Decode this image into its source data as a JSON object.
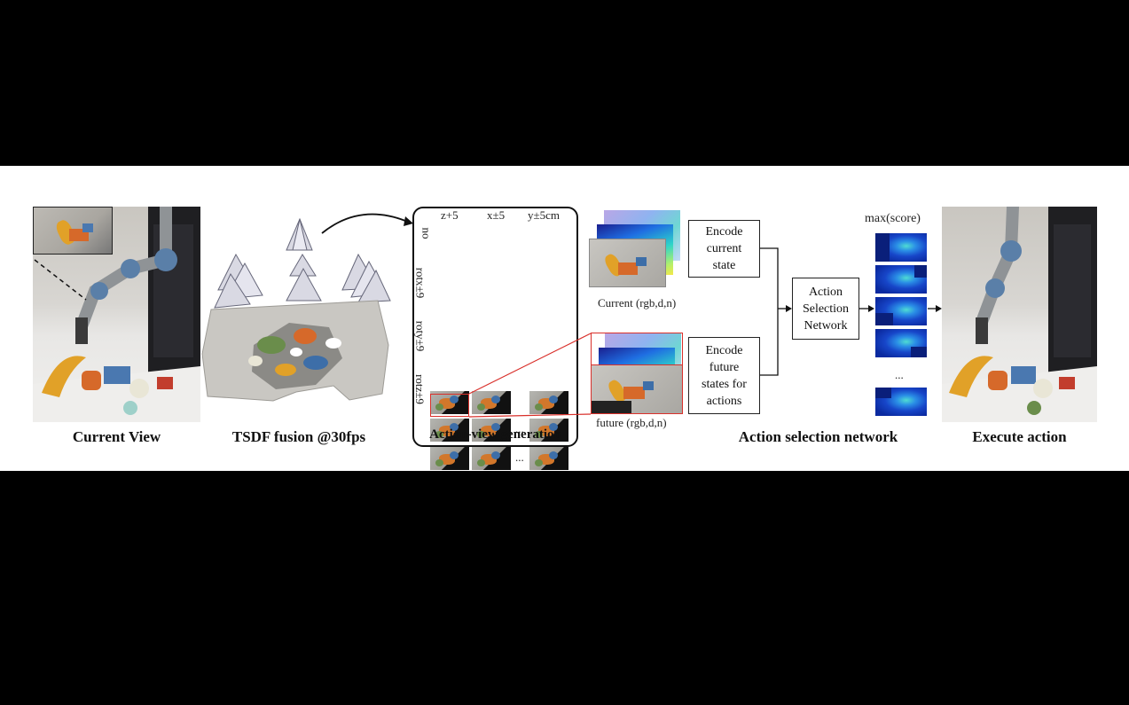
{
  "captions": {
    "current_view": "Current View",
    "tsdf": "TSDF fusion @30fps",
    "action_view": "Action-view generation",
    "action_selection": "Action selection network",
    "execute": "Execute action"
  },
  "action_view": {
    "columns": [
      "z+5",
      "x±5",
      "y±5cm"
    ],
    "rows": [
      "no",
      "rotx±9",
      "roty±9",
      "rotz±9"
    ],
    "ellipsis": "..."
  },
  "state_labels": {
    "current": "Current (rgb,d,n)",
    "future": "future (rgb,d,n)"
  },
  "boxes": {
    "encode_current": "Encode\ncurrent\nstate",
    "encode_future": "Encode\nfuture\nstates for\nactions",
    "action_selection_network": "Action\nSelection\nNetwork"
  },
  "score": {
    "title": "max(score)",
    "ellipsis": "..."
  },
  "colors": {
    "highlight": "#d9302b",
    "heatmap": "#1746c9"
  }
}
